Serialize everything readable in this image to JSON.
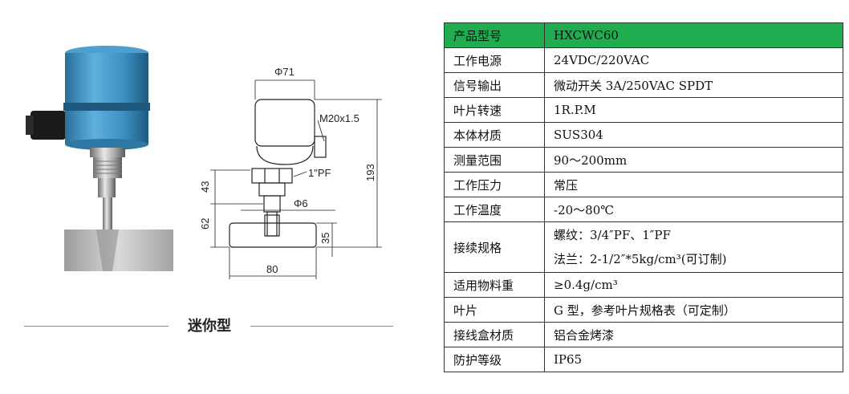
{
  "drawing": {
    "dim_diameter_top": "Φ71",
    "dim_thread": "M20x1.5",
    "dim_fitting": "1\"PF",
    "dim_height_43": "43",
    "dim_height_193": "193",
    "dim_shaft_diameter": "Φ6",
    "dim_height_62": "62",
    "dim_height_35": "35",
    "dim_width_80": "80"
  },
  "caption": "迷你型",
  "spec_table": {
    "rows": [
      {
        "key": "产品型号",
        "value": "HXCWC60"
      },
      {
        "key": "工作电源",
        "value": "24VDC/220VAC"
      },
      {
        "key": "信号输出",
        "value": "微动开关 3A/250VAC SPDT"
      },
      {
        "key": "叶片转速",
        "value": "1R.P.M"
      },
      {
        "key": "本体材质",
        "value": "SUS304"
      },
      {
        "key": "测量范围",
        "value": "90～200mm"
      },
      {
        "key": "工作压力",
        "value": "常压"
      },
      {
        "key": "工作温度",
        "value": "-20～80℃"
      },
      {
        "key": "接续规格",
        "value": "螺纹：3/4″PF、1″PF",
        "value2": "法兰：2-1/2″*5kg/cm³(可订制)"
      },
      {
        "key": "适用物料重",
        "value": "≥0.4g/cm³"
      },
      {
        "key": "叶片",
        "value": "G 型，参考叶片规格表（可定制）"
      },
      {
        "key": "接线盒材质",
        "value": "铝合金烤漆"
      },
      {
        "key": "防护等级",
        "value": "IP65"
      }
    ],
    "header_color": "#1fad4f"
  }
}
